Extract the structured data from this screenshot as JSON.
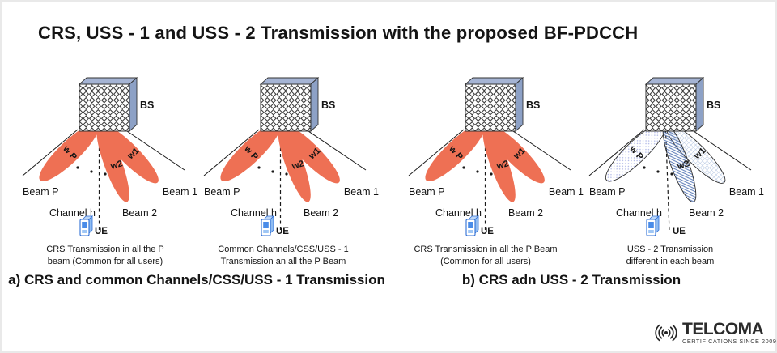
{
  "title": "CRS, USS - 1 and USS - 2 Transmission with the proposed BF-PDCCH",
  "sections": {
    "a_label": "a) CRS and common Channels/CSS/USS - 1 Transmission",
    "b_label": "b) CRS adn USS - 2 Transmission"
  },
  "diagrams": [
    {
      "bs": "BS",
      "wp": "w P",
      "w2": "w2",
      "w1": "w1",
      "beam_p": "Beam P",
      "beam_1": "Beam 1",
      "beam_2": "Beam 2",
      "channel": "Channel h",
      "ue": "UE",
      "beam_style": "solid-orange",
      "cap1": "CRS Transmission in all the P",
      "cap2": "beam (Common for all users)"
    },
    {
      "bs": "BS",
      "wp": "w P",
      "w2": "w2",
      "w1": "w1",
      "beam_p": "Beam P",
      "beam_1": "Beam 1",
      "beam_2": "Beam 2",
      "channel": "Channel h",
      "ue": "UE",
      "beam_style": "solid-orange",
      "cap1": "Common Channels/CSS/USS - 1",
      "cap2": "Transmission an all the P Beam"
    },
    {
      "bs": "BS",
      "wp": "w P",
      "w2": "w2",
      "w1": "w1",
      "beam_p": "Beam P",
      "beam_1": "Beam 1",
      "beam_2": "Beam 2",
      "channel": "Channel h",
      "ue": "UE",
      "beam_style": "solid-orange",
      "cap1": "CRS Transmission in all the P Beam",
      "cap2": "(Common for all users)"
    },
    {
      "bs": "BS",
      "wp": "w P",
      "w2": "w2",
      "w1": "w1",
      "beam_p": "Beam P",
      "beam_1": "Beam 1",
      "beam_2": "Beam 2",
      "channel": "Channel h",
      "ue": "UE",
      "beam_style": "patterned (dotted / hatched / grid)",
      "cap1": "USS - 2 Transmission",
      "cap2": "different in each beam"
    }
  ],
  "logo": {
    "name": "TELCOMA",
    "tagline": "CERTIFICATIONS SINCE 2009"
  },
  "colors": {
    "beam_orange": "#ee7054",
    "box_side_blue": "#8da1c6",
    "box_top_blue": "#a5b4d4",
    "hatch_blue": "#5d7cb8",
    "grid_blue": "#9fb6da",
    "dots_blue": "#aeb6e6",
    "ue_blue": "#2f6fd6",
    "text_dark": "#141414"
  }
}
